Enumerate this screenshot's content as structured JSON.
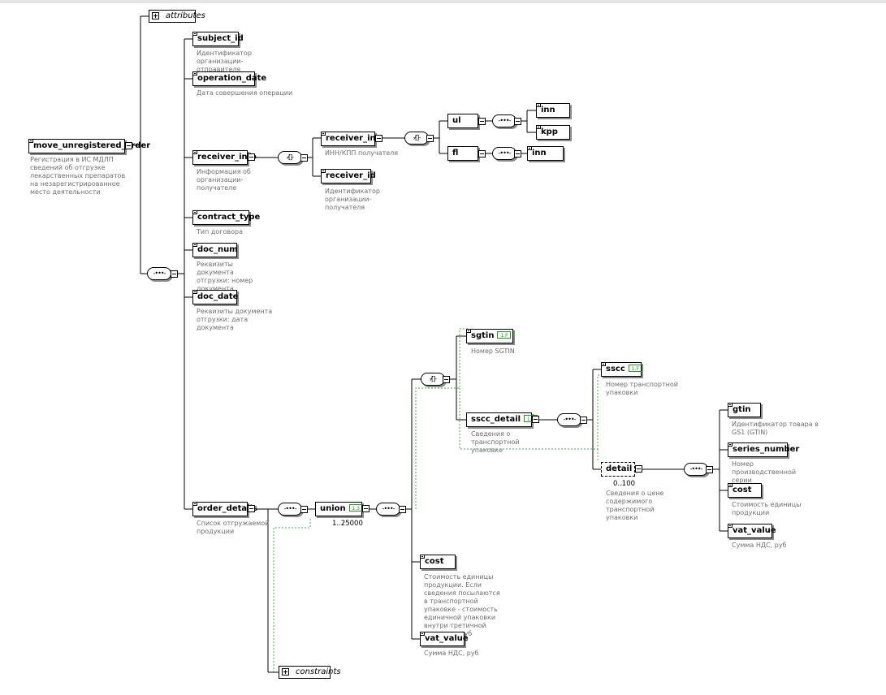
{
  "root": {
    "name": "move_unregistered_order",
    "desc": "Регистрация в ИС МДЛП сведений об отгрузке лекарственных препаратов на незарегистрированное место деятельности"
  },
  "attributes_label": "attributes",
  "constraints_label": "constraints",
  "elements": {
    "subject_id": {
      "name": "subject_id",
      "desc": "Идентификатор организации-отправителя"
    },
    "operation_date": {
      "name": "operation_date",
      "desc": "Дата совершения операции"
    },
    "receiver_info": {
      "name": "receiver_info",
      "desc": "Информация об организации-получателе"
    },
    "receiver_inn": {
      "name": "receiver_inn",
      "desc": "ИНН/КПП получателя"
    },
    "receiver_id": {
      "name": "receiver_id",
      "desc": "Идентификатор организации-получателя"
    },
    "ul": {
      "name": "ul"
    },
    "ul_inn": {
      "name": "inn"
    },
    "ul_kpp": {
      "name": "kpp"
    },
    "fl": {
      "name": "fl"
    },
    "fl_inn": {
      "name": "inn"
    },
    "contract_type": {
      "name": "contract_type",
      "desc": "Тип договора"
    },
    "doc_num": {
      "name": "doc_num",
      "desc": "Реквизиты документа отгрузки: номер документа"
    },
    "doc_date": {
      "name": "doc_date",
      "desc": "Реквизиты документа отгрузки: дата документа"
    },
    "order_details": {
      "name": "order_details",
      "desc": "Список отгружаемой продукции"
    },
    "union": {
      "name": "union",
      "cardinality": "1..25000"
    },
    "sgtin": {
      "name": "sgtin",
      "desc": "Номер SGTIN"
    },
    "sscc_detail": {
      "name": "sscc_detail",
      "desc": "Сведения о транспортной упаковке"
    },
    "sscc": {
      "name": "sscc",
      "desc": "Номер транспортной упаковки"
    },
    "detail": {
      "name": "detail",
      "cardinality": "0..100",
      "desc": "Сведения о цене содержимого транспортной упаковки"
    },
    "gtin": {
      "name": "gtin",
      "desc": "Идентификатор товара в GS1 (GTIN)"
    },
    "series_number": {
      "name": "series_number",
      "desc": "Номер производственной серии"
    },
    "detail_cost": {
      "name": "cost",
      "desc": "Стоимость единицы продукции"
    },
    "detail_vat": {
      "name": "vat_value",
      "desc": "Сумма НДС, руб"
    },
    "cost": {
      "name": "cost",
      "desc": "Стоимость единицы продукции. Если сведения посылаются в транспортной упаковке - стоимость единичной упаковки внутри третичной упаковки, руб"
    },
    "vat_value": {
      "name": "vat_value",
      "desc": "Сумма НДС, руб"
    }
  },
  "type_icon_label": "1.3",
  "type_icon_label_f": "1.F",
  "colors": {
    "connector": "#000000",
    "dashed_link": "#3cb83c",
    "desc_text": "#6e6e6e",
    "shadow": "#8a8a8a"
  }
}
